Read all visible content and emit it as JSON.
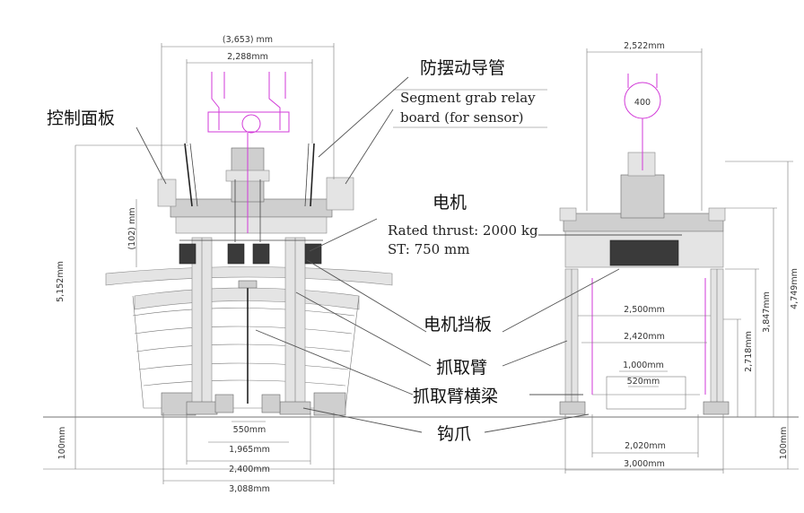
{
  "callouts": {
    "control_panel": "控制面板",
    "anti_sway_guide": "防摆动导管",
    "relay_board_line1": "Segment grab relay",
    "relay_board_line2": "board (for sensor)",
    "motor": "电机",
    "thrust_line1": "Rated thrust: 2000 kg",
    "thrust_line2": "ST: 750 mm",
    "motor_baffle": "电机挡板",
    "grab_arm": "抓取臂",
    "grab_arm_beam": "抓取臂横梁",
    "hook_claw": "钩爪"
  },
  "front_view_dims": {
    "overall_top": "(3,653) mm",
    "top_width": "2,288mm",
    "height": "5,152mm",
    "offset": "(102) mm",
    "claw_gap": "550mm",
    "w1": "1,965mm",
    "w2": "2,400mm",
    "w3": "3,088mm",
    "ground": "100mm"
  },
  "side_view_dims": {
    "top_width": "2,522mm",
    "total_height": "4,749mm",
    "h1": "3,847mm",
    "h2": "2,718mm",
    "w_2500": "2,500mm",
    "w_2420": "2,420mm",
    "w_1000": "1,000mm",
    "w_520": "520mm",
    "w_2020": "2,020mm",
    "w_3000": "3,000mm",
    "ground": "100mm",
    "hook_label": "400"
  },
  "colors": {
    "accent": "#d23ad8",
    "line": "#444444",
    "fill": "#cfcfcf"
  }
}
